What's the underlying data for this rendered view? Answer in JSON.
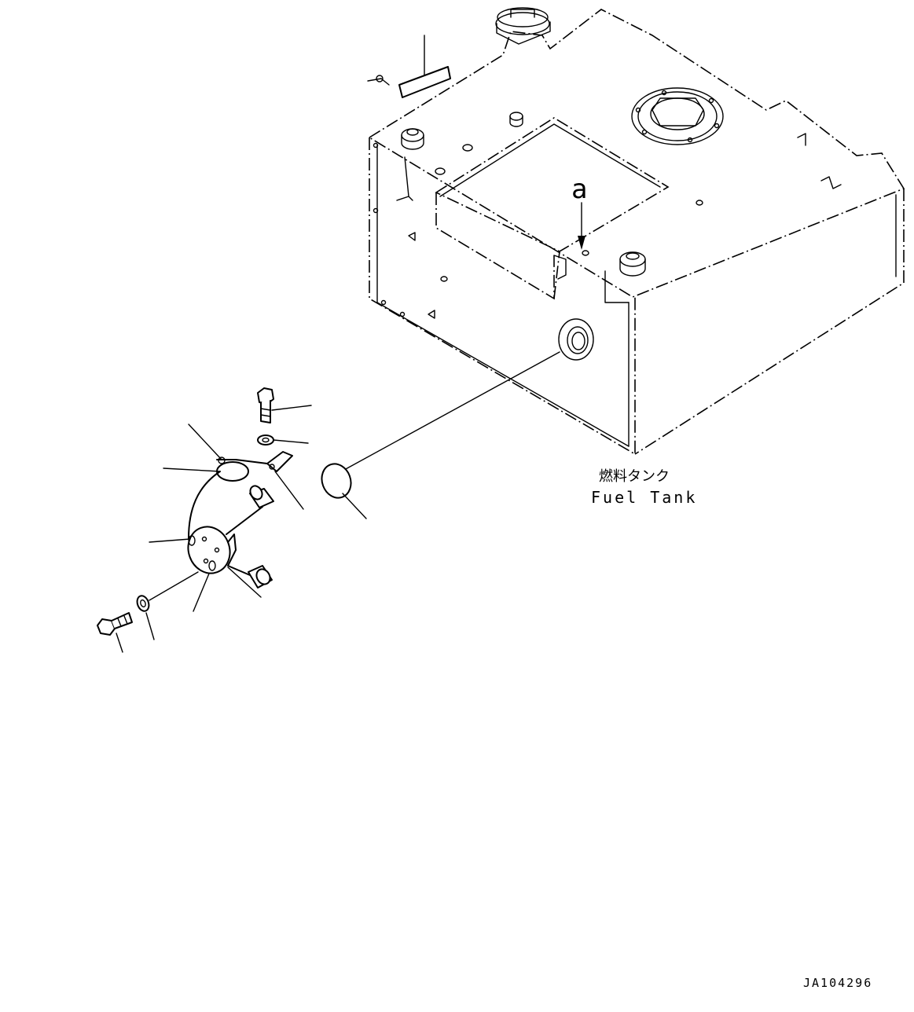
{
  "labels": {
    "reference_letter": "a",
    "tank_label_jp": "燃料タンク",
    "tank_label_en": "Fuel Tank",
    "drawing_number": "JA104296"
  }
}
